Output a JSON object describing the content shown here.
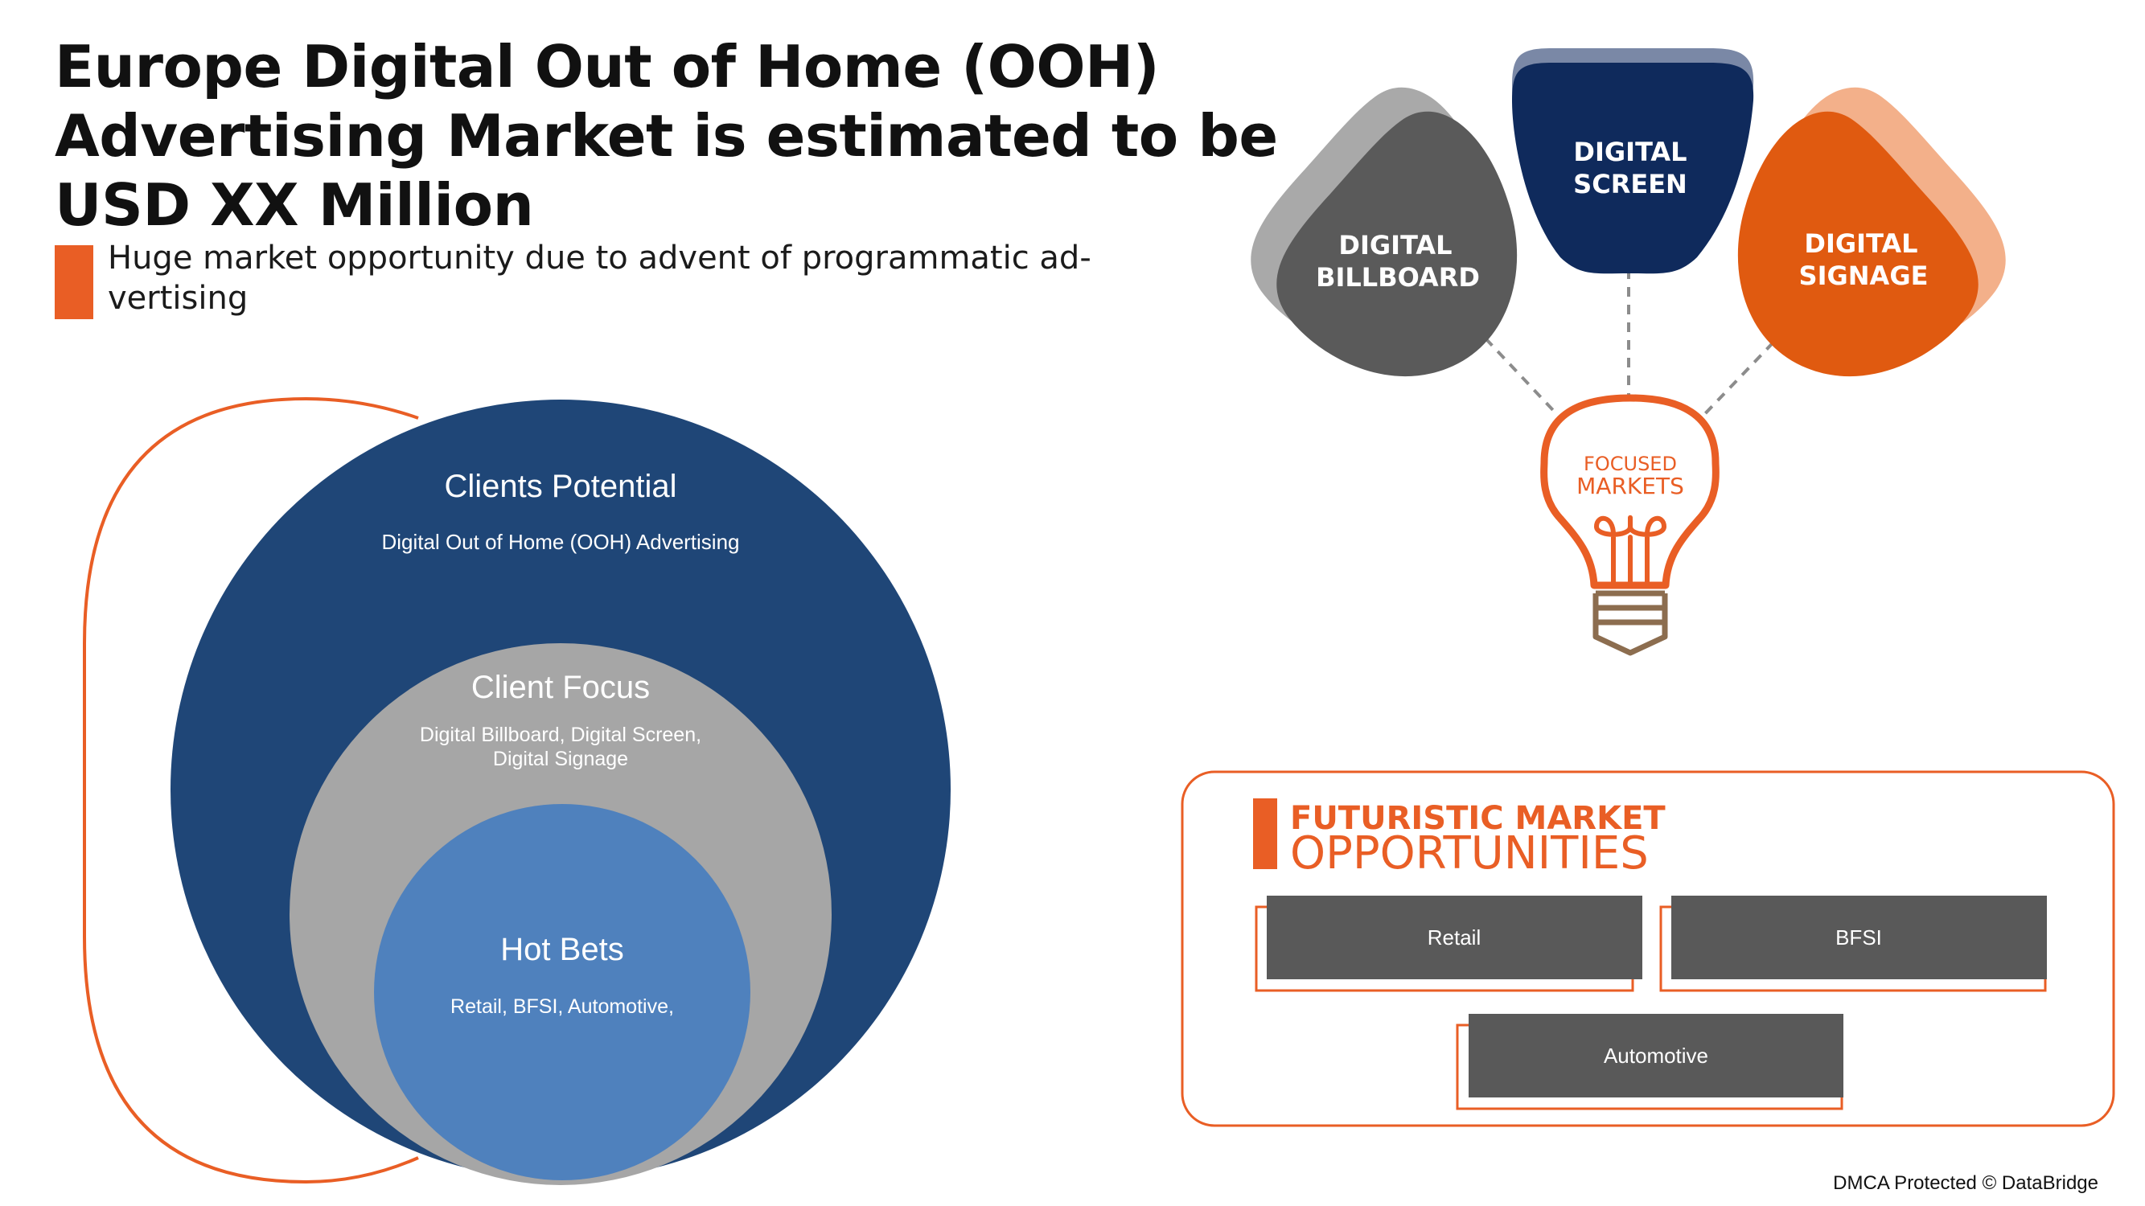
{
  "header": {
    "title_lines": [
      "Europe Digital Out of Home (OOH)",
      "Advertising Market is estimated to be",
      "USD XX Million"
    ],
    "subtitle_lines": [
      "Huge market opportunity due to advent of programmatic ad-",
      "vertising"
    ]
  },
  "venn": {
    "outer": {
      "title": "Clients Potential",
      "text": "Digital Out of Home (OOH) Advertising"
    },
    "middle": {
      "title": "Client Focus",
      "text_lines": [
        "Digital Billboard, Digital Screen,",
        "Digital Signage"
      ]
    },
    "inner": {
      "title": "Hot Bets",
      "text": "Retail, BFSI, Automotive,"
    }
  },
  "focused": {
    "petals": [
      {
        "lines": [
          "DIGITAL",
          "BILLBOARD"
        ],
        "color": "#5a5a5a",
        "shadow": "#a9a9a9"
      },
      {
        "lines": [
          "DIGITAL",
          "SCREEN"
        ],
        "color": "#0f2a5c",
        "shadow": "#7a88a6"
      },
      {
        "lines": [
          "DIGITAL",
          "SIGNAGE"
        ],
        "color": "#e05a10",
        "shadow": "#f3b08a"
      }
    ],
    "bulb_lines": [
      "FOCUSED",
      "MARKETS"
    ]
  },
  "opportunities": {
    "heading_top": "FUTURISTIC MARKET",
    "heading_bottom": "OPPORTUNITIES",
    "items": [
      "Retail",
      "BFSI",
      "Automotive"
    ]
  },
  "footer": {
    "text": "DMCA Protected © DataBridge"
  },
  "colors": {
    "accent": "#e95e25",
    "outer_circle": "#1f4677",
    "middle_circle": "#a6a6a6",
    "inner_circle": "#4f81bd",
    "box_fill": "#595959"
  }
}
